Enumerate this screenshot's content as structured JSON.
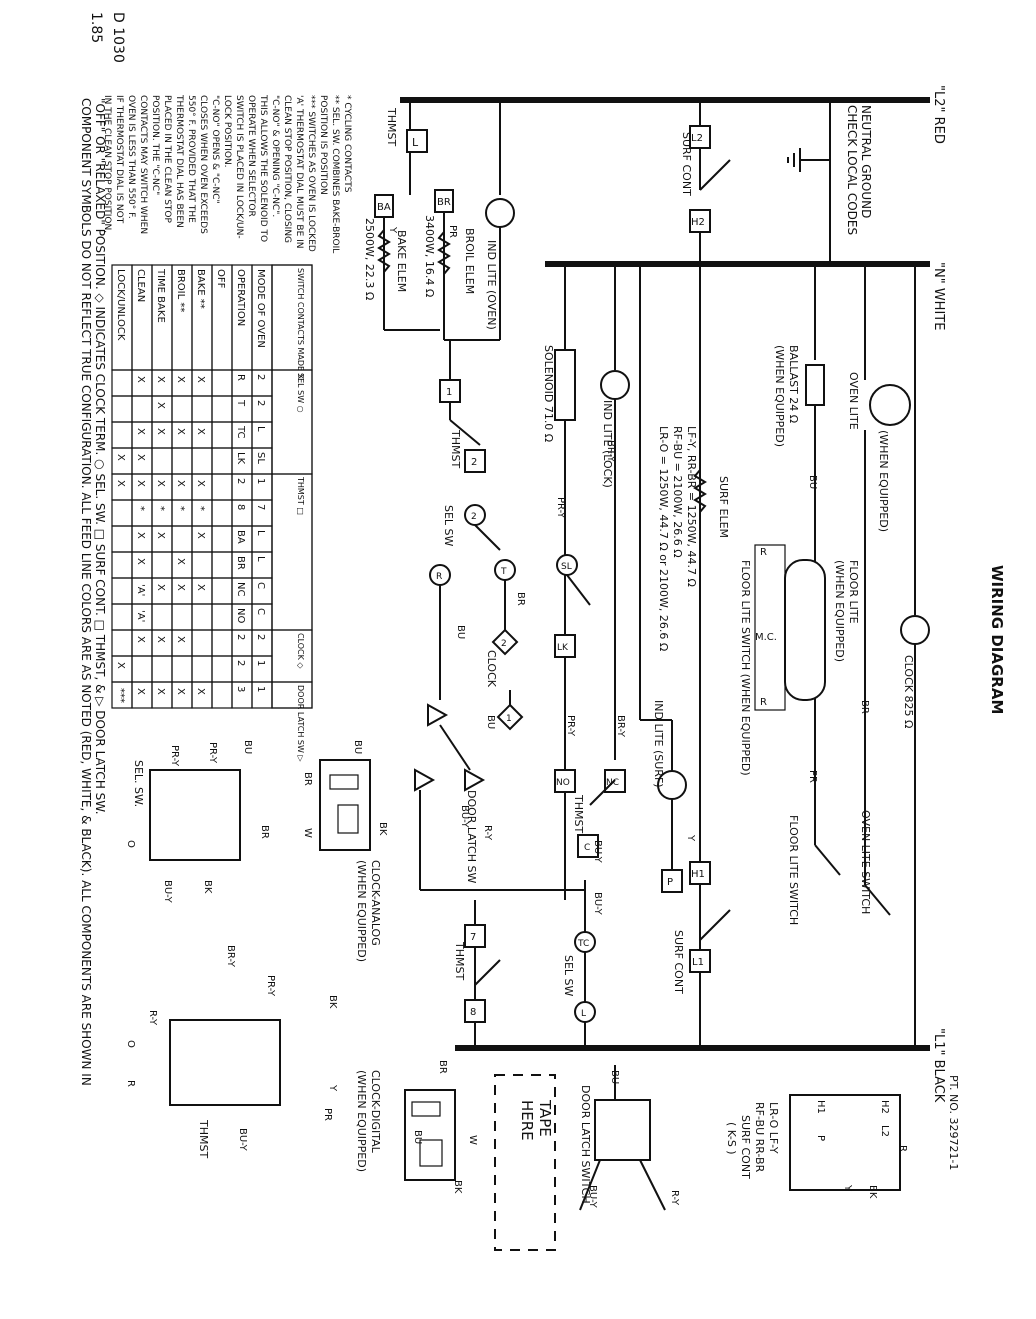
{
  "title": "WIRING DIAGRAM",
  "corner": {
    "a": "1.85",
    "b": "D 1030"
  },
  "part_no": "PT. NO. 329721-1",
  "buses": {
    "l2": "\"L2\" RED",
    "n": "\"N\" WHITE",
    "l1": "\"L1\" BLACK"
  },
  "neutral": [
    "NEUTRAL GROUND",
    "CHECK LOCAL CODES"
  ],
  "tape_here": [
    "TAPE",
    "HERE"
  ],
  "notes": [
    "* CYCLING CONTACTS",
    "** SEL. SW. COMBINES BAKE-BROIL",
    "POSITION IS POSITION",
    "*** SWITCHES AS OVEN IS LOCKED",
    "'A' THERMOSTAT DIAL MUST BE IN",
    "CLEAN STOP POSITION, CLOSING",
    "\"C-NO\" & OPENING \"C-NC\".",
    "THIS ALLOWS THE SOLENOID TO",
    "OPERATE WHEN SELECTOR",
    "SWITCH IS PLACED IN LOCK/UN-",
    "LOCK POSITION.",
    "\"C-NO\" OPENS & \"C-NC\"",
    "CLOSES WHEN OVEN EXCEEDS",
    "550° F. PROVIDED THAT THE",
    "THERMOSTAT DIAL HAS BEEN",
    "PLACED IN THE CLEAN STOP",
    "POSITION. THE \"C-NC\"",
    "CONTACTS MAY SWITCH WHEN",
    "OVEN IS LESS THAN 550° F.",
    "IF THERMOSTAT DIAL IS NOT",
    "IN THE CLEAN STOP POSITION."
  ],
  "footer": [
    "COMPONENT SYMBOLS DO NOT REFLECT TRUE CONFIGURATION.  ALL FEED LINE COLORS ARE AS NOTED (RED, WHITE, & BLACK).  ALL COMPONENTS ARE SHOWN IN",
    "\"OFF\" OR \"RELAXED\" POSITION.  ◇ INDICATES CLOCK TERM.  ○ SEL. SW.  □ SURF CONT.  □ THMST, & ▷ DOOR LATCH SW."
  ],
  "table": {
    "group_headers": [
      "SWITCH CONTACTS MADE X",
      "SEL SW ○",
      "THMST □",
      "CLOCK ◇",
      "DOOR LATCH SW ▷"
    ],
    "head_row1": [
      "MODE OF OVEN",
      "2",
      "2",
      "L",
      "SL",
      "1",
      "7",
      "L",
      "L",
      "C",
      "C",
      "2",
      "1",
      "1"
    ],
    "head_row2": [
      "OPERATION",
      "R",
      "T",
      "TC",
      "LK",
      "2",
      "8",
      "BA",
      "BR",
      "NC",
      "NO",
      "2",
      "2",
      "3"
    ],
    "rows": [
      {
        "mode": "OFF",
        "cells": [
          "",
          "",
          "",
          "",
          "",
          "",
          "",
          "",
          "",
          "",
          "",
          "",
          ""
        ]
      },
      {
        "mode": "BAKE **",
        "cells": [
          "X",
          "",
          "X",
          "",
          "X",
          "*",
          "X",
          "",
          "X",
          "",
          "",
          "",
          "X"
        ]
      },
      {
        "mode": "BROIL **",
        "cells": [
          "X",
          "",
          "X",
          "",
          "X",
          "*",
          "",
          "X",
          "X",
          "",
          "X",
          "",
          "X"
        ]
      },
      {
        "mode": "TIME BAKE",
        "cells": [
          "X",
          "X",
          "X",
          "",
          "X",
          "*",
          "X",
          "",
          "X",
          "",
          "X",
          "",
          "X"
        ]
      },
      {
        "mode": "CLEAN",
        "cells": [
          "X",
          "",
          "X",
          "X",
          "X",
          "*",
          "X",
          "X",
          "'A'",
          "'A'",
          "X",
          "",
          "X"
        ]
      },
      {
        "mode": "LOCK/UNLOCK",
        "cells": [
          "",
          "",
          "",
          "X",
          "X",
          "",
          "",
          "",
          "",
          "",
          "",
          "X",
          "***"
        ]
      }
    ]
  },
  "labels": {
    "thmst_l": "THMST",
    "ind_lite_oven": "IND LITE (OVEN)",
    "broil_elem": "BROIL ELEM",
    "broil_rating": "3400W, 16.4 Ω",
    "bake_elem": "BAKE ELEM",
    "bake_rating": "2500W, 22.3 Ω",
    "pr": "PR",
    "y": "Y",
    "zero": "0",
    "surf_cont_top": "SURF CONT",
    "solenoid": "SOLENOID 71.0 Ω",
    "ind_lite_lock": "IND LITE (LOCK)",
    "surf_elem_lines": [
      "LF-Y, RR-BR = 1250W, 44.7 Ω",
      "RF-BU = 2100W, 26.6 Ω",
      "LR-O = 1250W, 44.7 Ω or 2100W, 26.6 Ω"
    ],
    "surf_elem": "SURF ELEM",
    "ballast": "BALLAST 24 Ω",
    "when_equipped": "(WHEN EQUIPPED)",
    "oven_lite": "OVEN LITE",
    "bu": "BU",
    "br": "BR",
    "br_y": "BR-Y",
    "pr_y": "PR-Y",
    "bu_y": "BU-Y",
    "r_y": "R-Y",
    "floor_lite": "FLOOR LITE",
    "floor_lite_switch": "FLOOR LITE SWITCH (WHEN EQUIPPED)",
    "clock_825": "CLOCK 825 Ω",
    "clock": "CLOCK",
    "sel_sw": "SEL SW",
    "thmst": "THMST",
    "door_latch_sw": "DOOR LATCH SW",
    "ind_lite_surf": "IND LITE (SURF)",
    "surf_cont": "SURF CONT",
    "oven_lite_switch": "OVEN LITE SWITCH",
    "floor_lite_switch2": "FLOOR LITE SWITCH",
    "clock_analog": "CLOCK-ANALOG",
    "clock_digital": "CLOCK-DIGITAL",
    "door_latch_switch": "DOOR LATCH SWITCH",
    "sel_sw_detail": "SEL. SW.",
    "thmst_detail": "THMST",
    "surf_cont_detail": [
      "LR-O  LF-Y",
      "RF-BU  RR-BR",
      "SURF CONT",
      "( K-S )"
    ],
    "r": "R",
    "mc": "M.C.",
    "bk": "BK",
    "w": "W",
    "o": "O",
    "h1": "H1",
    "h2": "H2",
    "l1": "L1",
    "l2": "L2",
    "p": "P",
    "t": "T",
    "l": "L",
    "sl": "SL",
    "lk": "LK",
    "tc": "TC",
    "nc": "NC",
    "no": "NO",
    "c": "C",
    "ba": "BA",
    "one": "1",
    "two": "2",
    "three": "3",
    "seven": "7",
    "eight": "8"
  }
}
